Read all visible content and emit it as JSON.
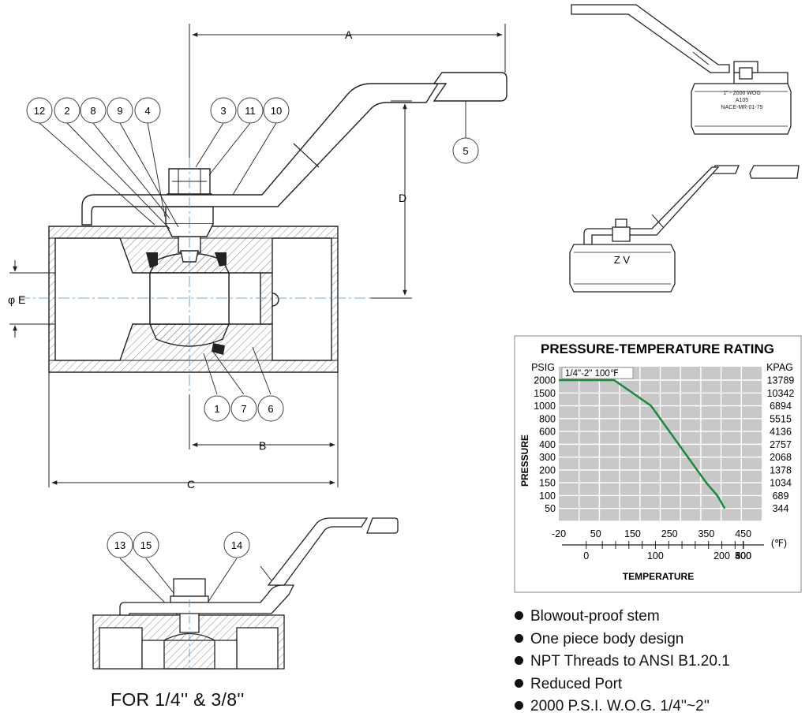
{
  "dimension_labels": {
    "A": "A",
    "B": "B",
    "C": "C",
    "D": "D",
    "E": "φ E"
  },
  "balloons": {
    "upper": [
      "12",
      "2",
      "8",
      "9",
      "4",
      "3",
      "11",
      "10"
    ],
    "lower": [
      "1",
      "7",
      "6"
    ],
    "handle": "5",
    "detail": [
      "13",
      "15",
      "14"
    ]
  },
  "body_marking": {
    "line1": "1\" - 2000 WOG",
    "line2": "A105",
    "line3": "NACE-MR-01-75"
  },
  "side_label": "Z V",
  "caption": "FOR 1/4'' & 3/8''",
  "features": [
    "Blowout-proof stem",
    "One piece body design",
    "NPT Threads to ANSI B1.20.1",
    "Reduced Port",
    "2000 P.S.I. W.O.G. 1/4''~2''"
  ],
  "colors": {
    "chart_bg": "#c8c8c8",
    "chart_grid": "#ffffff",
    "curve": "#1a8a3c",
    "frame": "#999999"
  },
  "chart_data": {
    "type": "line",
    "title": "PRESSURE-TEMPERATURE RATING",
    "left_unit": "PSIG",
    "right_unit": "KPAG",
    "ylabel": "PRESSURE",
    "xlabel": "TEMPERATURE",
    "x_unit": "(℉)",
    "legend": "1/4\"-2\" 100℉",
    "y_ticks_psig": [
      "2000",
      "1500",
      "1000",
      "800",
      "600",
      "400",
      "300",
      "200",
      "150",
      "100",
      "50"
    ],
    "y_ticks_kpag": [
      "13789",
      "10342",
      "6894",
      "5515",
      "4136",
      "2757",
      "2068",
      "1378",
      "1034",
      "689",
      "344"
    ],
    "x_ticks_f": [
      "-20",
      "50",
      "150",
      "250",
      "350",
      "450"
    ],
    "x_ticks_c": [
      "0",
      "100",
      "200",
      "300",
      "400",
      "500"
    ],
    "series": [
      {
        "x": [
          -20,
          100,
          200,
          350,
          380,
          400
        ],
        "y": [
          2000,
          2000,
          1000,
          150,
          100,
          50
        ]
      }
    ]
  }
}
